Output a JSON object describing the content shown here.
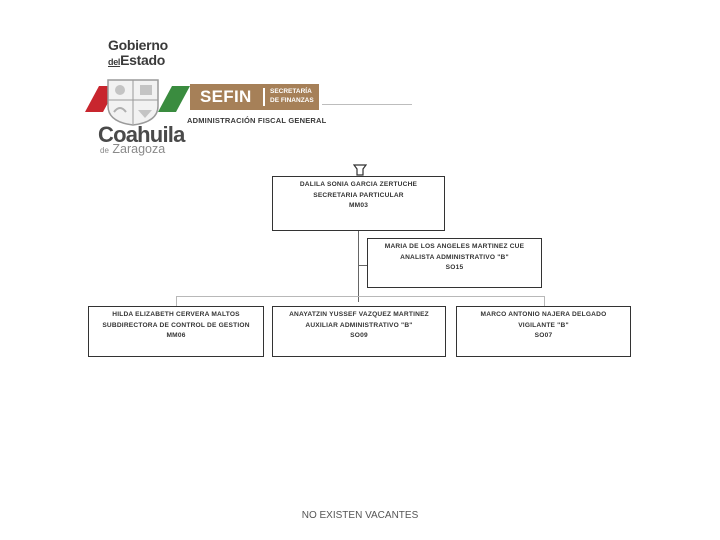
{
  "header": {
    "gobierno_line1": "Gobierno",
    "gobierno_del": "del",
    "gobierno_line2": "Estado",
    "sefin": "SEFIN",
    "secretaria_line1": "SECRETARÍA",
    "secretaria_line2": "DE FINANZAS",
    "administracion": "ADMINISTRACIÓN FISCAL GENERAL",
    "coahuila": "Coahuila",
    "de": "de",
    "zaragoza": "Zaragoza",
    "colors": {
      "red": "#c8262e",
      "green": "#3a8c3f",
      "gold": "#a68058"
    }
  },
  "org": {
    "top_icon": "org-top-icon",
    "root": {
      "name": "DALILA SONIA GARCIA ZERTUCHE",
      "title": "SECRETARIA PARTICULAR",
      "code": "MM03"
    },
    "assistant": {
      "name": "MARIA DE LOS ANGELES MARTINEZ CUE",
      "title": "ANALISTA ADMINISTRATIVO \"B\"",
      "code": "SO15"
    },
    "children": [
      {
        "name": "HILDA ELIZABETH CERVERA MALTOS",
        "title": "SUBDIRECTORA DE CONTROL DE GESTION",
        "code": "MM06"
      },
      {
        "name": "ANAYATZIN YUSSEF VAZQUEZ MARTINEZ",
        "title": "AUXILIAR ADMINISTRATIVO \"B\"",
        "code": "SO09"
      },
      {
        "name": "MARCO ANTONIO NAJERA DELGADO",
        "title": "VIGILANTE \"B\"",
        "code": "SO07"
      }
    ]
  },
  "footer": {
    "note": "NO EXISTEN VACANTES"
  }
}
